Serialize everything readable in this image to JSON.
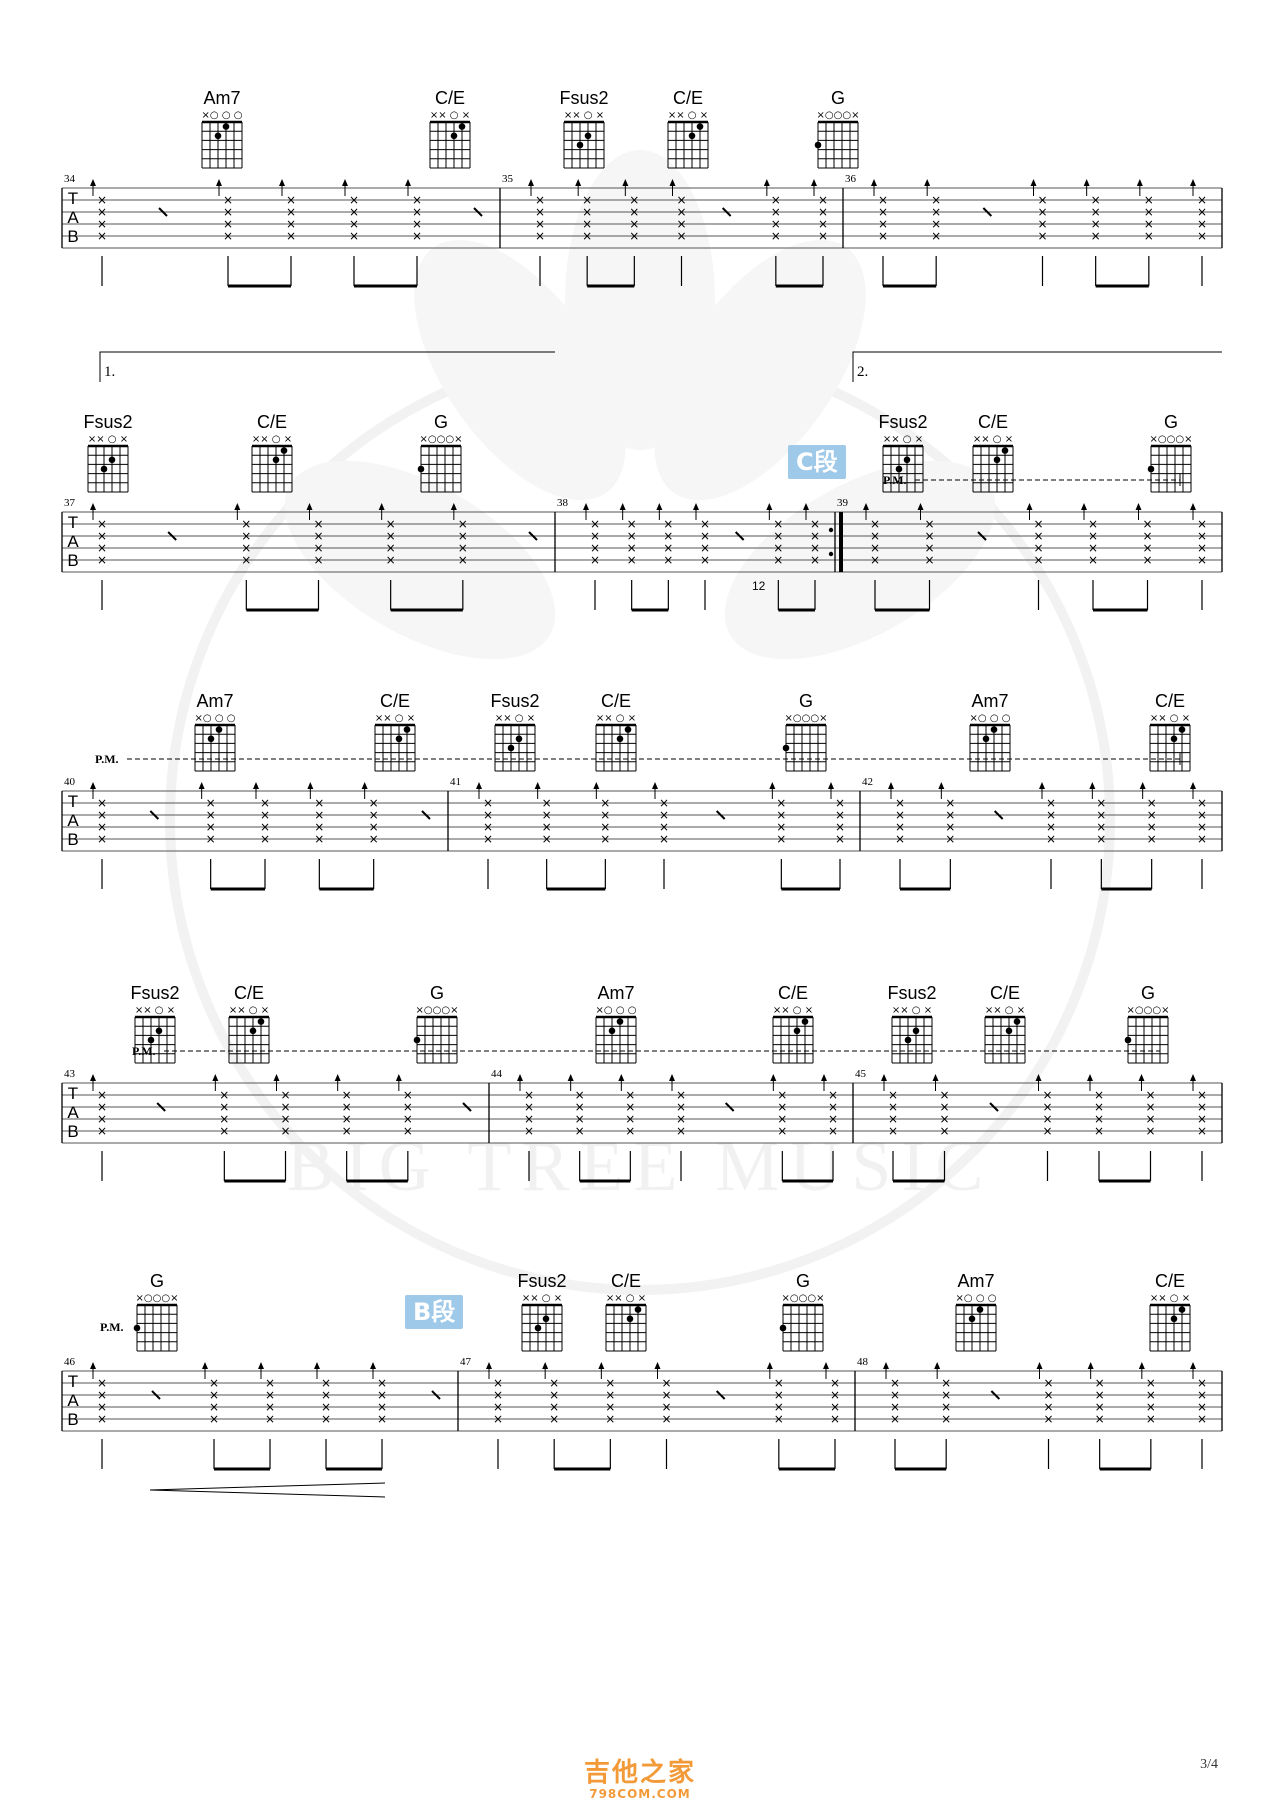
{
  "sections": [
    {
      "label": "C段",
      "color": "#9fc9e9"
    },
    {
      "label": "B段",
      "color": "#9fc9e9"
    }
  ],
  "page_number": "3/4",
  "footer": {
    "brand": "吉他之家",
    "url": "798COM.COM",
    "color": "#f29a38"
  },
  "watermark": {
    "text": "BIG TREE MUSIC",
    "color": "#e6e6e6"
  },
  "tab_clef": [
    "T",
    "A",
    "B"
  ],
  "pm_label": "P.M.",
  "volta": [
    "1.",
    "2."
  ],
  "rows": [
    {
      "measures": [
        "34",
        "35",
        "36"
      ],
      "chords": [
        {
          "name": "Am7",
          "top": "×○ ○ ○"
        },
        {
          "name": "C/E",
          "top": "×× ○ ×"
        },
        {
          "name": "Fsus2",
          "top": "×× ○ ×"
        },
        {
          "name": "C/E",
          "top": "×× ○ ×"
        },
        {
          "name": "G",
          "top": "×○○○×"
        }
      ]
    },
    {
      "measures": [
        "37",
        "38",
        "39"
      ],
      "chords": [
        {
          "name": "Fsus2",
          "top": "×× ○ ×"
        },
        {
          "name": "C/E",
          "top": "×× ○ ×"
        },
        {
          "name": "G",
          "top": "×○○○×"
        },
        {
          "name": "Fsus2",
          "top": "×× ○ ×"
        },
        {
          "name": "C/E",
          "top": "×× ○ ×"
        },
        {
          "name": "G",
          "top": "×○○○×"
        }
      ],
      "fret_note": "12"
    },
    {
      "measures": [
        "40",
        "41",
        "42"
      ],
      "chords": [
        {
          "name": "Am7",
          "top": "×○ ○ ○"
        },
        {
          "name": "C/E",
          "top": "×× ○ ×"
        },
        {
          "name": "Fsus2",
          "top": "×× ○ ×"
        },
        {
          "name": "C/E",
          "top": "×× ○ ×"
        },
        {
          "name": "G",
          "top": "×○○○×"
        },
        {
          "name": "Am7",
          "top": "×○ ○ ○"
        },
        {
          "name": "C/E",
          "top": "×× ○ ×"
        }
      ]
    },
    {
      "measures": [
        "43",
        "44",
        "45"
      ],
      "chords": [
        {
          "name": "Fsus2",
          "top": "×× ○ ×"
        },
        {
          "name": "C/E",
          "top": "×× ○ ×"
        },
        {
          "name": "G",
          "top": "×○○○×"
        },
        {
          "name": "Am7",
          "top": "×○ ○ ○"
        },
        {
          "name": "C/E",
          "top": "×× ○ ×"
        },
        {
          "name": "Fsus2",
          "top": "×× ○ ×"
        },
        {
          "name": "C/E",
          "top": "×× ○ ×"
        },
        {
          "name": "G",
          "top": "×○○○×"
        }
      ]
    },
    {
      "measures": [
        "46",
        "47",
        "48"
      ],
      "chords": [
        {
          "name": "G",
          "top": "×○○○×"
        },
        {
          "name": "Fsus2",
          "top": "×× ○ ×"
        },
        {
          "name": "C/E",
          "top": "×× ○ ×"
        },
        {
          "name": "G",
          "top": "×○○○×"
        },
        {
          "name": "Am7",
          "top": "×○ ○ ○"
        },
        {
          "name": "C/E",
          "top": "×× ○ ×"
        }
      ]
    }
  ]
}
